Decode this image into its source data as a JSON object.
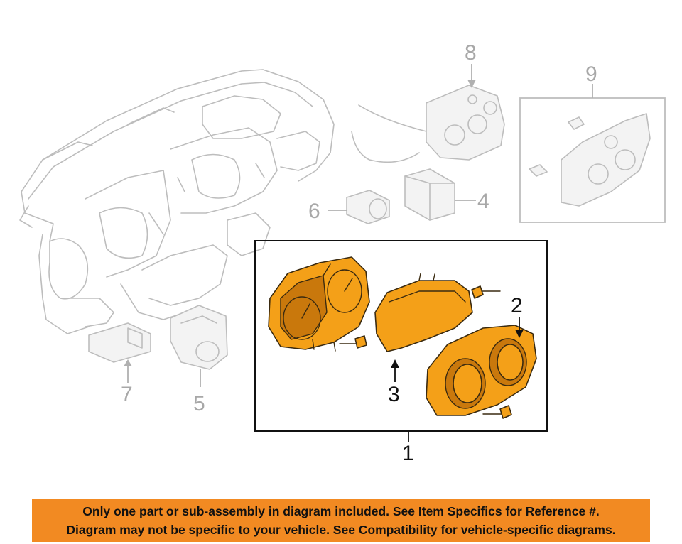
{
  "callouts": {
    "c1": "1",
    "c2": "2",
    "c3": "3",
    "c4": "4",
    "c5": "5",
    "c6": "6",
    "c7": "7",
    "c8": "8",
    "c9": "9"
  },
  "notice": {
    "line1": "Only one part or sub-assembly in diagram included. See Item Specifics for Reference #.",
    "line2": "Diagram may not be specific to your vehicle. See Compatibility for vehicle-specific diagrams."
  },
  "colors": {
    "highlight_part": "#f4a018",
    "notice_background": "#f28a22",
    "ghost_line": "#bdbdbd"
  }
}
